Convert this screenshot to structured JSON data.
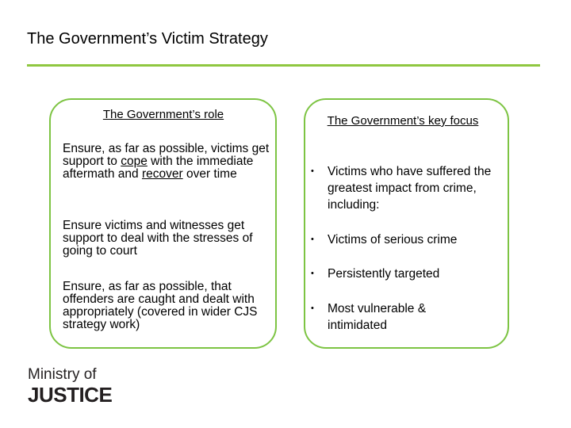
{
  "slide": {
    "title": "The Government’s Victim Strategy"
  },
  "role": {
    "heading": "The Government’s role",
    "item1": {
      "pre": "Ensure, as far as possible, victims get support to ",
      "link1": "cope",
      "mid": " with the immediate aftermath and ",
      "link2": "recover",
      "post": " over time"
    },
    "item2": "Ensure victims and witnesses get support to deal with the stresses of going to court",
    "item3": "Ensure, as far as possible, that offenders are caught and dealt with appropriately (covered in wider CJS strategy work)"
  },
  "focus": {
    "heading": "The Government’s key focus",
    "bullets": [
      "Victims who have suffered the greatest impact from crime, including:",
      "Victims of serious crime",
      "Persistently targeted",
      "Most vulnerable & intimidated"
    ],
    "bullet_glyph": "•"
  },
  "logo": {
    "line1": "Ministry of",
    "line2": "JUSTICE"
  },
  "colors": {
    "accent_green": "#8fc740",
    "panel_border": "#7dc443"
  }
}
